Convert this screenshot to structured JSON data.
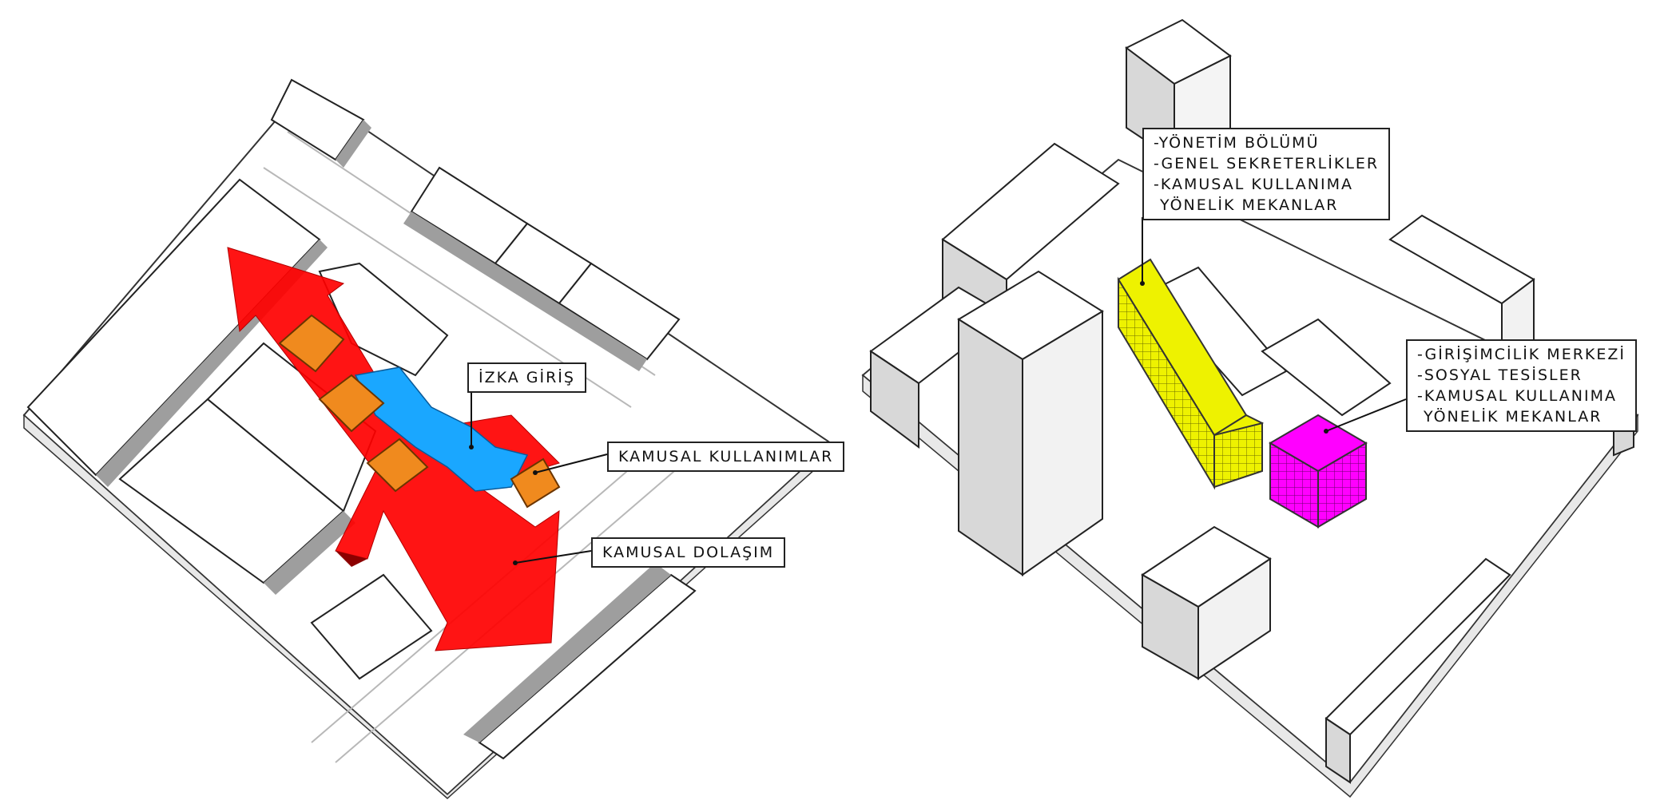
{
  "left_diagram": {
    "labels": {
      "entrance": "İZKA GİRİŞ",
      "public_uses": "KAMUSAL KULLANIMLAR",
      "public_circulation": "KAMUSAL DOLAŞIM"
    },
    "colors": {
      "circulation": "#ff0000",
      "entrance": "#1aa7ff",
      "public_uses": "#f08a1e"
    }
  },
  "right_diagram": {
    "management_block": {
      "lines": [
        "-YÖNETİM BÖLÜMÜ",
        "-GENEL SEKRETERLİKLER",
        "-KAMUSAL KULLANIMA",
        " YÖNELİK MEKANLAR"
      ],
      "color": "#eef200"
    },
    "entrepreneurship_block": {
      "lines": [
        "-GİRİŞİMCİLİK MERKEZİ",
        "-SOSYAL TESİSLER",
        "-KAMUSAL KULLANIMA",
        " YÖNELİK MEKANLAR"
      ],
      "color": "#ff00ff"
    }
  }
}
